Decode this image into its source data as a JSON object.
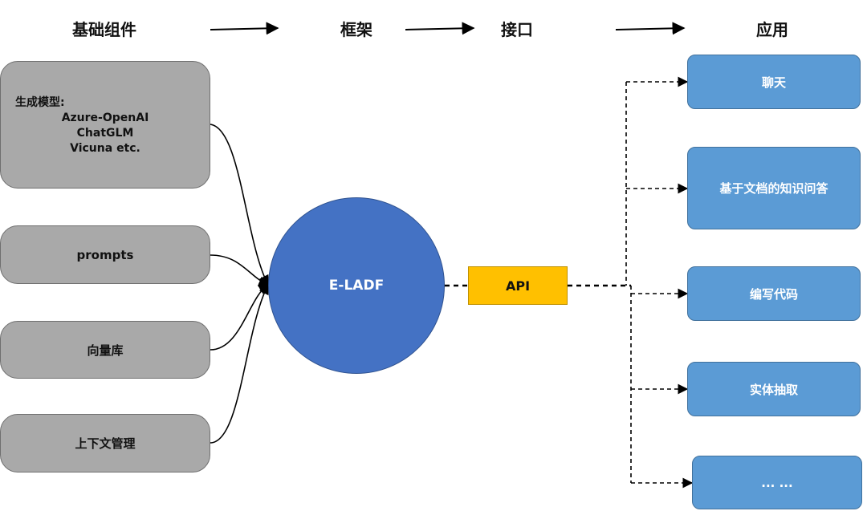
{
  "headers": {
    "components": "基础组件",
    "framework": "框架",
    "interface": "接口",
    "applications": "应用"
  },
  "components": {
    "models_title": "生成模型:",
    "models": [
      "Azure-OpenAI",
      "ChatGLM",
      "Vicuna etc."
    ],
    "prompts": "prompts",
    "vector_store": "向量库",
    "context_management": "上下文管理"
  },
  "framework": {
    "label": "E-LADF"
  },
  "interface": {
    "label": "API"
  },
  "applications": [
    "聊天",
    "基于文档的知识问答",
    "编写代码",
    "实体抽取",
    "... ..."
  ],
  "colors": {
    "component_fill": "#a9a9a9",
    "framework_fill": "#4472c4",
    "api_fill": "#ffc000",
    "application_fill": "#5b9bd5"
  }
}
